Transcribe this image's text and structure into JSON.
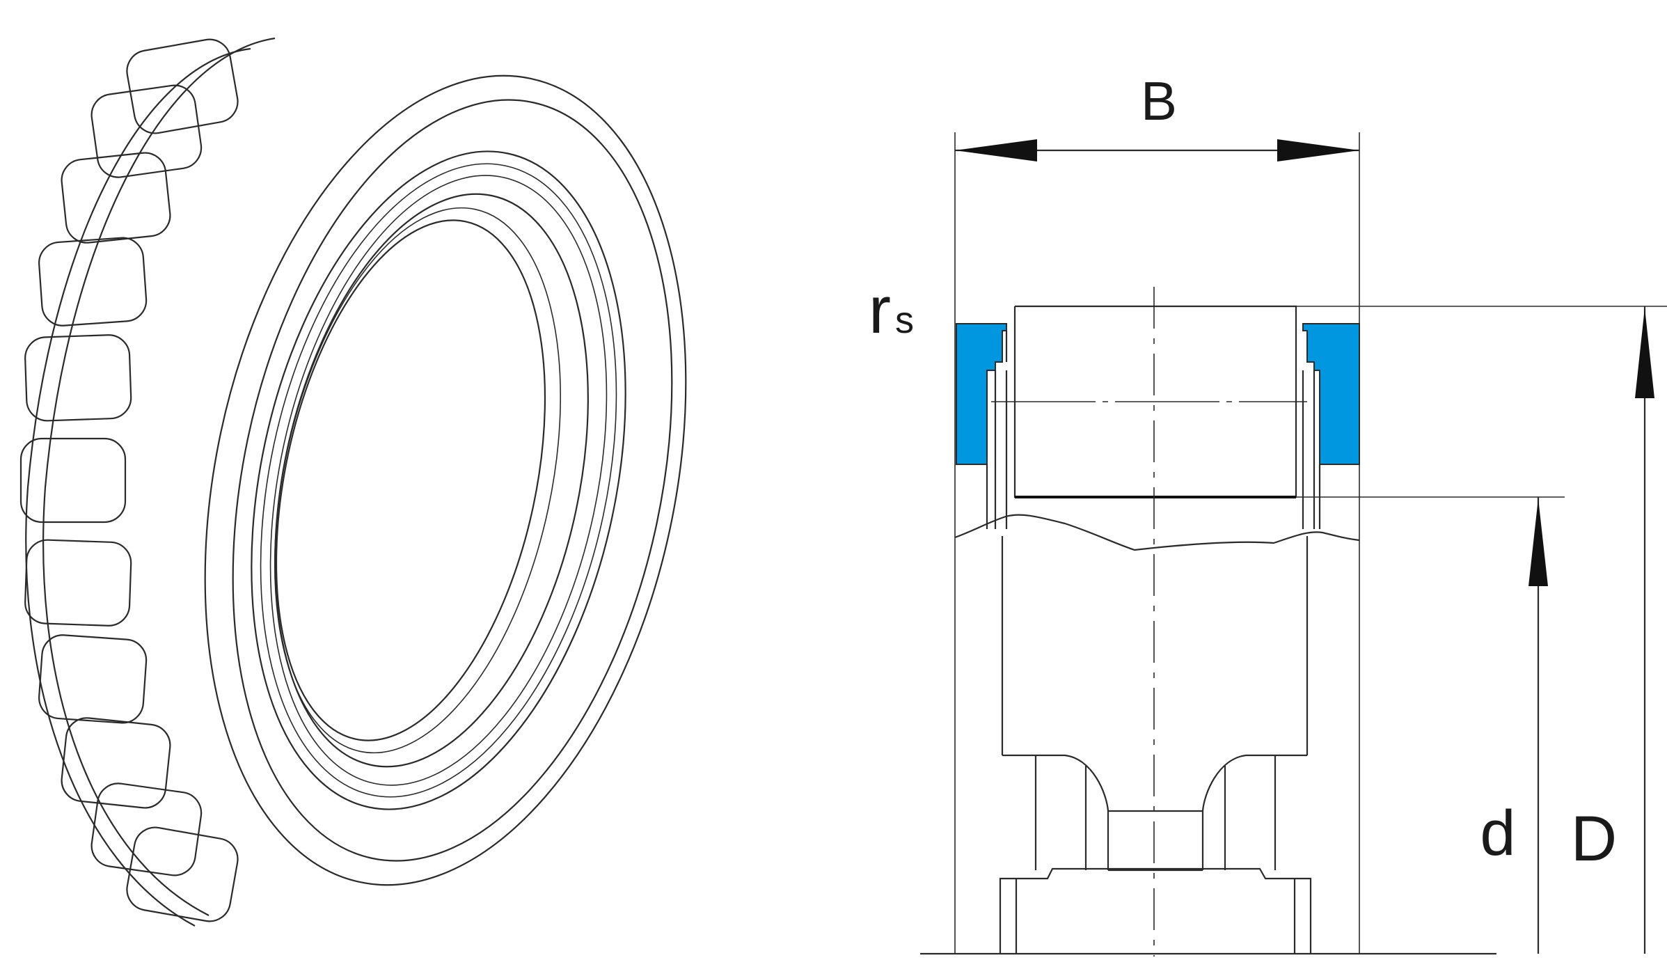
{
  "diagram": {
    "labels": {
      "width": "B",
      "chamfer_main": "r",
      "chamfer_sub": "s",
      "bore": "d",
      "outer": "D"
    },
    "colors": {
      "ring_fill": "#0096e0",
      "line": "#2a2a2a",
      "background": "#ffffff"
    },
    "icons": {
      "left_figure": "bearing-3d-illustration",
      "right_figure": "bearing-cross-section"
    }
  }
}
